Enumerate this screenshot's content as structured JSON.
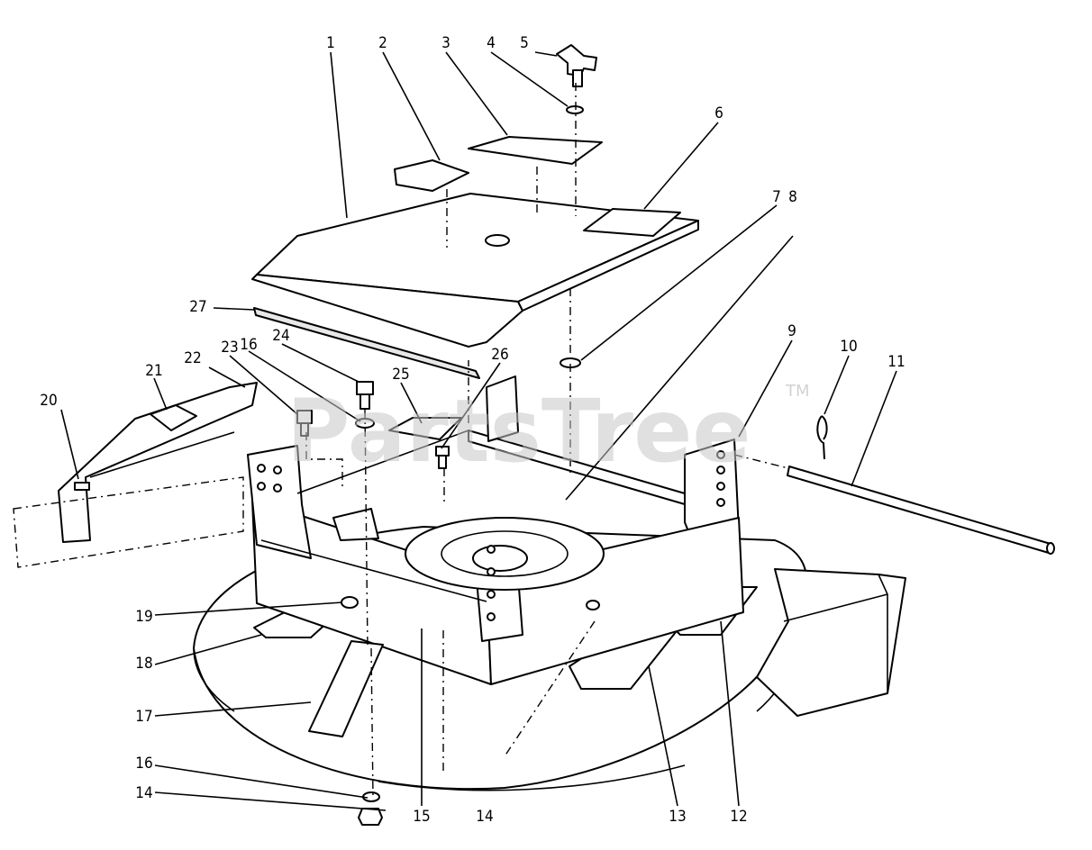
{
  "watermark": {
    "text": "PartsTree",
    "trademark": "TM"
  },
  "callouts": [
    "1",
    "2",
    "3",
    "4",
    "5",
    "6",
    "7",
    "8",
    "9",
    "10",
    "11",
    "12",
    "13",
    "14",
    "14",
    "15",
    "16",
    "16",
    "17",
    "18",
    "19",
    "20",
    "21",
    "22",
    "23",
    "24",
    "25",
    "26",
    "27"
  ]
}
